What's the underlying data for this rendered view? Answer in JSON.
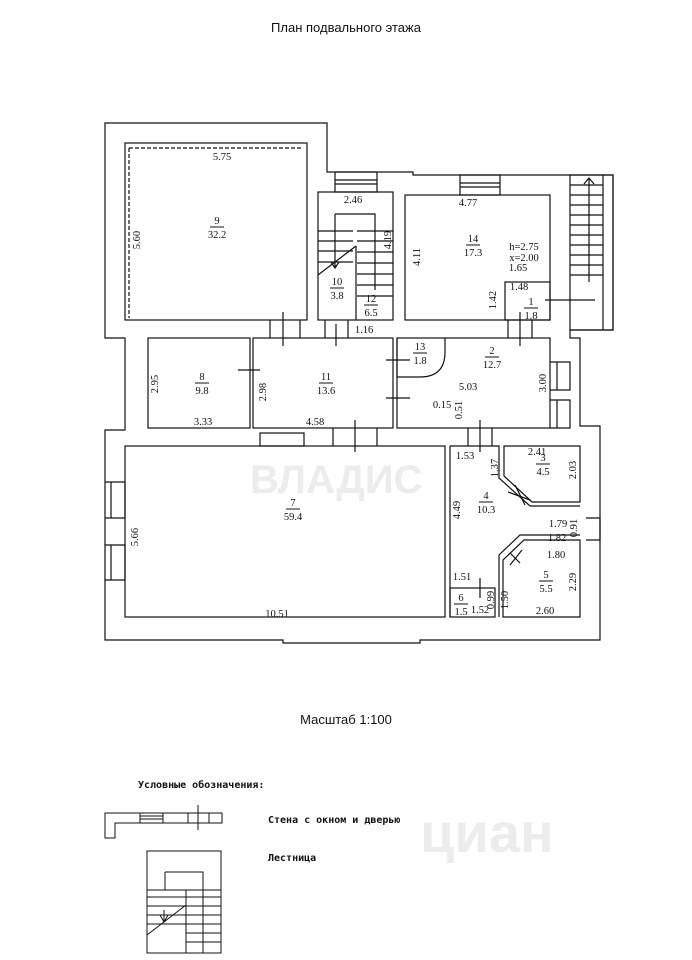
{
  "title": "План подвального этажа",
  "scale": "Масштаб 1:100",
  "rooms": [
    {
      "num": "9",
      "area": "32.2"
    },
    {
      "num": "10",
      "area": "3.8"
    },
    {
      "num": "12",
      "area": "6.5"
    },
    {
      "num": "14",
      "area": "17.3"
    },
    {
      "num": "1",
      "area": "1.8"
    },
    {
      "num": "8",
      "area": "9.8"
    },
    {
      "num": "11",
      "area": "13.6"
    },
    {
      "num": "13",
      "area": "1.8"
    },
    {
      "num": "2",
      "area": "12.7"
    },
    {
      "num": "7",
      "area": "59.4"
    },
    {
      "num": "3",
      "area": "4.5"
    },
    {
      "num": "4",
      "area": "10.3"
    },
    {
      "num": "5",
      "area": "5.5"
    },
    {
      "num": "6",
      "area": "1.5"
    }
  ],
  "room14_note": {
    "h": "h=2.75",
    "x": "x=2.00"
  },
  "dimensions": [
    "5.75",
    "5.60",
    "2.46",
    "4.19",
    "4.77",
    "4.11",
    "1.65",
    "1.48",
    "1.42",
    "1.16",
    "2.95",
    "3.33",
    "2.98",
    "4.58",
    "5.03",
    "3.00",
    "0.15",
    "0.51",
    "1.53",
    "1.37",
    "2.41",
    "2.03",
    "4.49",
    "1.79",
    "0.91",
    "1.82",
    "1.80",
    "2.29",
    "1.51",
    "0.99",
    "1.52",
    "1.50",
    "2.60",
    "5.66",
    "10.51"
  ],
  "legend": {
    "title": "Условные обозначения:",
    "items": [
      {
        "label": "Стена с окном и дверью"
      },
      {
        "label": "Лестница"
      }
    ]
  },
  "watermarks": [
    "ВЛАДИС",
    "циан"
  ]
}
